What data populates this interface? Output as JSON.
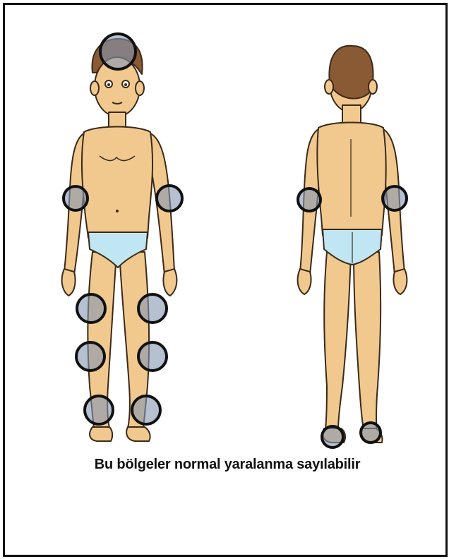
{
  "caption": "Bu bölgeler normal yaralanma sayılabilir",
  "colors": {
    "skin": "#f1c98e",
    "skin_shadow": "#d9a66a",
    "hair": "#8a5a35",
    "underwear": "#bfe6f2",
    "marker_fill": "#8496b3",
    "marker_stroke": "#111111",
    "outline": "#3a2a1a"
  },
  "views": [
    {
      "name": "front-view",
      "side": "front"
    },
    {
      "name": "back-view",
      "side": "back"
    }
  ],
  "markers": [
    {
      "view": "front",
      "zone": "head"
    },
    {
      "view": "front",
      "zone": "right-upper-arm"
    },
    {
      "view": "front",
      "zone": "left-upper-arm"
    },
    {
      "view": "front",
      "zone": "right-thigh"
    },
    {
      "view": "front",
      "zone": "left-thigh"
    },
    {
      "view": "front",
      "zone": "right-knee"
    },
    {
      "view": "front",
      "zone": "left-knee"
    },
    {
      "view": "front",
      "zone": "right-shin"
    },
    {
      "view": "front",
      "zone": "left-shin"
    },
    {
      "view": "back",
      "zone": "right-upper-arm"
    },
    {
      "view": "back",
      "zone": "left-upper-arm"
    },
    {
      "view": "back",
      "zone": "right-heel"
    },
    {
      "view": "back",
      "zone": "left-heel"
    }
  ]
}
